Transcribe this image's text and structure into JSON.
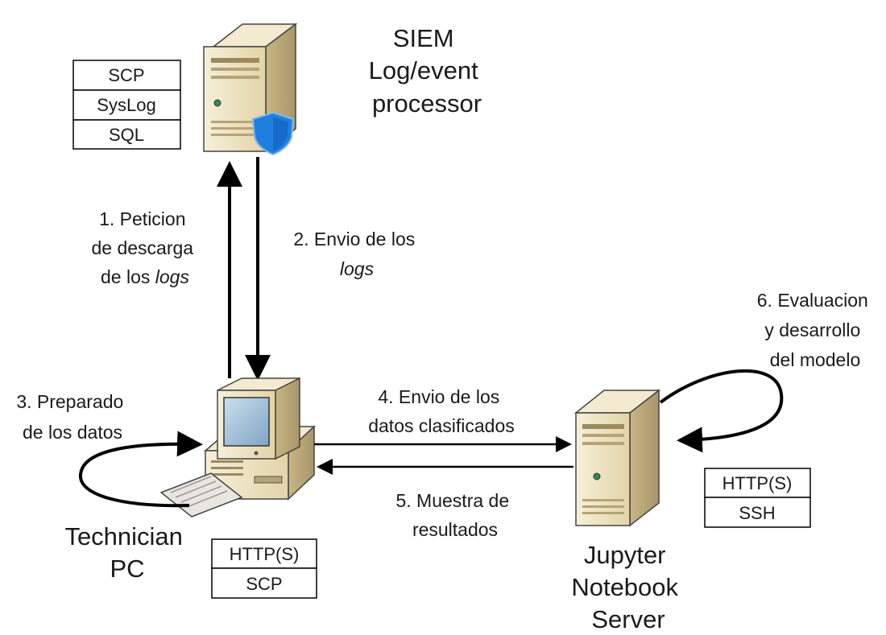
{
  "nodes": {
    "siem": {
      "lines": [
        "SIEM",
        "Log/event",
        "processor"
      ],
      "icon": "server-shield-icon",
      "protocols": [
        "SCP",
        "SysLog",
        "SQL"
      ]
    },
    "technician": {
      "lines": [
        "Technician",
        "PC"
      ],
      "icon": "desktop-computer-icon",
      "protocols": [
        "HTTP(S)",
        "SCP"
      ]
    },
    "jupyter": {
      "lines": [
        "Jupyter",
        "Notebook",
        "Server"
      ],
      "icon": "server-icon",
      "protocols": [
        "HTTP(S)",
        "SSH"
      ]
    }
  },
  "flows": {
    "f1": {
      "lines": [
        "1. Peticion",
        "de descarga",
        "de los "
      ],
      "italic": "logs"
    },
    "f2": {
      "lines": [
        "2. Envio de los"
      ],
      "italic": "logs"
    },
    "f3": {
      "lines": [
        "3. Preparado",
        "de los datos"
      ]
    },
    "f4": {
      "lines": [
        "4. Envio de los",
        "datos clasificados"
      ]
    },
    "f5": {
      "lines": [
        "5. Muestra de",
        "resultados"
      ]
    },
    "f6": {
      "lines": [
        "6. Evaluacion",
        "y desarrollo",
        "del modelo"
      ]
    }
  },
  "colors": {
    "server_body": "#efe4c4",
    "server_shade": "#c9b88c",
    "shield": "#1e7fe0",
    "line": "#000000"
  }
}
